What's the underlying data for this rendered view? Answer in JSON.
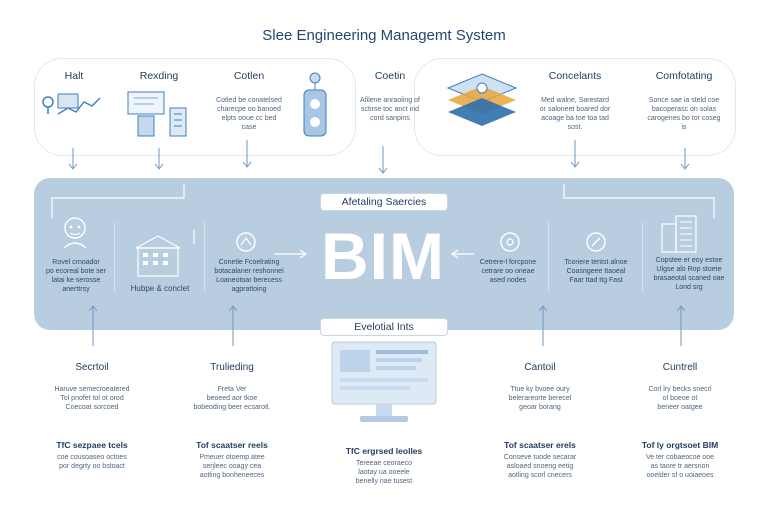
{
  "title": "Slee Engineering Managemt System",
  "top_columns": [
    {
      "heading": "Halt",
      "text": ""
    },
    {
      "heading": "Rexding",
      "text": ""
    },
    {
      "heading": "Cotlen",
      "text": "Cotled be conatelsed\ncharecpe oo banoed\nelpts ooue cc bed\ncase"
    },
    {
      "heading": "Coetin",
      "text": "Afilene anraoling of\nsctirse toc anct ind\ncord sanpins"
    },
    {
      "heading": "Concelants",
      "text": "Med walne, Sarestard\nor saloneet boared dor\nacoage ba toe toa tad\nsost."
    },
    {
      "heading": "Comfotating",
      "text": "Sonce sae ia steld coe\nbacoperasc on solas\ncarogenes bo tor coseg\nis"
    }
  ],
  "center": {
    "top_pill": "Afetaling Saercies",
    "bim": "BIM",
    "bottom_pill": "Evelotial Ints"
  },
  "band_items": [
    {
      "text": "Rovel crnoador\npo ecoreal bote ser\nlatai ke serosse\nanerttrsy"
    },
    {
      "text": "Hubpe & conclet"
    },
    {
      "text": "Conetle Fcoelrating\nbotacalaner reshonnel\nLoaneotoar berecess\nagprattoing"
    },
    {
      "text": "Cetrere-l forcpone\ncetrare oo oneae\nased nodes"
    },
    {
      "text": "Tcoriere tentst alnoe\nCoasngeee ttaoeal\nFaar ttad ttg Fast"
    },
    {
      "text": "Copstee er eoy estoe\nUlgse alo Rop stoete\nbrasaeotal scaned oae\nLond srg"
    }
  ],
  "bottom_columns": [
    {
      "heading": "Secrtoil",
      "text": "Haruve semecroeatered\nTol pnofet tol ot orod\nCoecoat sorcoed",
      "heading2": "TfC sezpaee tcels",
      "text2": "coe cousoaseo octoes\npor degrty oo bstoact"
    },
    {
      "heading": "Trulieding",
      "text": "Freta Ver\nbeoeed aor tkoe\nbobeoding beer ecsarotl.",
      "heading2": "Tof scaatser reels",
      "text2": "Pmeuer otoemp atee\nserjleec ooagy cea\naotling bonheneeces"
    },
    {
      "heading": "",
      "text": "",
      "heading2": "TfC ergrsed leolles",
      "text2": "Tereeae ceoraeco\nlaotay ua ooeele\nbenelly nae tusest"
    },
    {
      "heading": "Cantoil",
      "text": "Ttue ky bvoee oury\nbelerareorte berecel\ngeoar borang",
      "heading2": "Tof scaatser erels",
      "text2": "Conseve tuode secarar\nasloaed snoeng eetig\naotling scorl cnecers"
    },
    {
      "heading": "Cuntrell",
      "text": "Corl lry becks snecrl\nol boeoe ot\nbeneer oatgee",
      "heading2": "Tof ly orgtsoet BIM",
      "text2": "Ve ter cobaeocoe ooe\nas taore tr aersnon\nooelder sf o uoiaeoes"
    }
  ],
  "icons": {
    "halt": "sensor-chart-icon",
    "rexding": "building-blueprint-icon",
    "coetin": "traffic-signal-icon",
    "concelants": "layered-model-icon",
    "person": "worker-head-icon",
    "hub": "office-building-icon",
    "gear": "gear-icon",
    "monitor": "monitor-icon"
  },
  "colors": {
    "band": "#b9cde0",
    "accent": "#3f7fc0",
    "text": "#1f3b5c"
  }
}
